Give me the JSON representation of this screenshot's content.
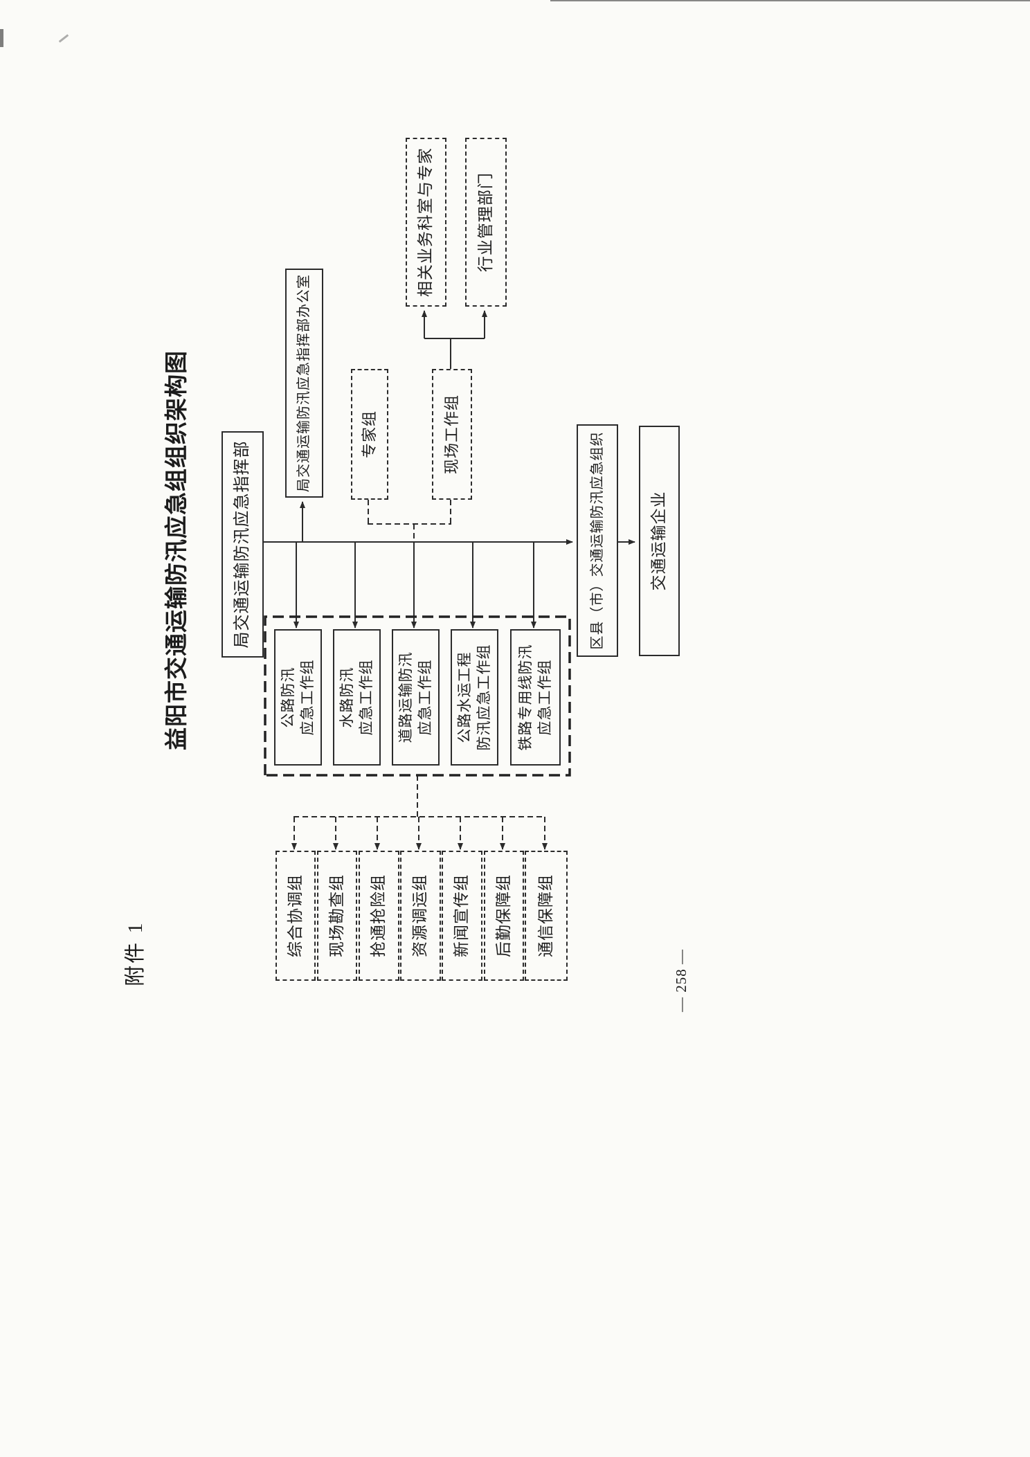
{
  "document": {
    "attachment_label": "附件 1",
    "title": "益阳市交通运输防汛应急组组织架构图",
    "page_number": "— 258 —"
  },
  "org_chart": {
    "headquarters": "局交通运输防汛应急指挥部",
    "office": "局交通运输防汛应急指挥部办公室",
    "expert_group": "专家组",
    "field_work_group": "现场工作组",
    "related_departments": "相关业务科室与专家",
    "industry_management": "行业管理部门",
    "district_org": "区县（市）交通运输防汛应急组织",
    "transport_enterprises": "交通运输企业",
    "emergency_work_groups": [
      {
        "line1": "公路防汛",
        "line2": "应急工作组"
      },
      {
        "line1": "水路防汛",
        "line2": "应急工作组"
      },
      {
        "line1": "道路运输防汛",
        "line2": "应急工作组"
      },
      {
        "line1": "公路水运工程",
        "line2": "防汛应急工作组"
      },
      {
        "line1": "铁路专用线防汛",
        "line2": "应急工作组"
      }
    ],
    "task_groups": [
      "综合协调组",
      "现场勘查组",
      "抢通抢险组",
      "资源调运组",
      "新闻宣传组",
      "后勤保障组",
      "通信保障组"
    ]
  },
  "colors": {
    "ink": "#2b2b2b",
    "paper": "#fbfbf8"
  }
}
